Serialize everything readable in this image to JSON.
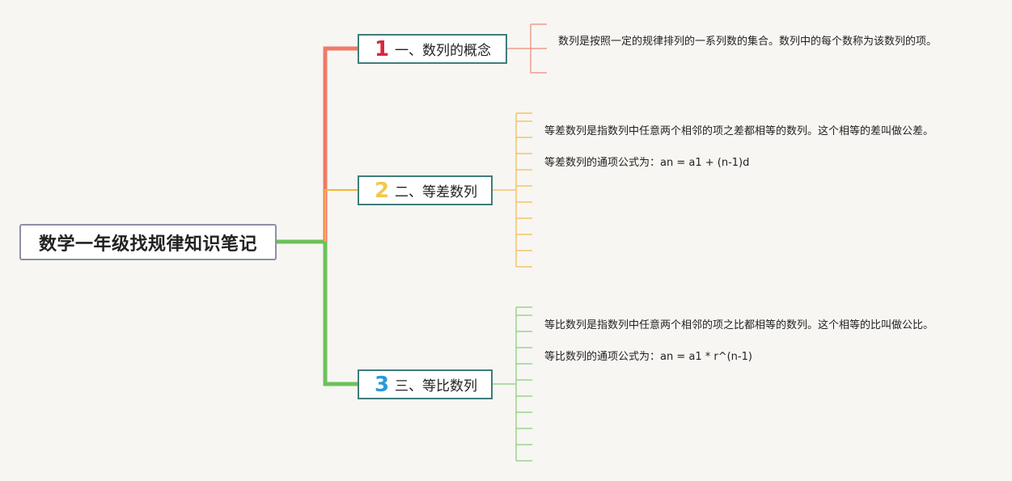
{
  "title": "数学一年级找规律知识笔记",
  "topics": [
    {
      "number": "1",
      "label": "一、数列的概念",
      "color": "#ef7a68",
      "notes": [
        "数列是按照一定的规律排列的一系列数的集合。数列中的每个数称为该数列的项。"
      ]
    },
    {
      "number": "2",
      "label": "二、等差数列",
      "color": "#f2c84b",
      "notes": [
        "等差数列是指数列中任意两个相邻的项之差都相等的数列。这个相等的差叫做公差。",
        "等差数列的通项公式为：an = a1 + (n-1)d"
      ]
    },
    {
      "number": "3",
      "label": "三、等比数列",
      "color": "#2a9ad6",
      "notes": [
        "等比数列是指数列中任意两个相邻的项之比都相等的数列。这个相等的比叫做公比。",
        "等比数列的通项公式为：an = a1 * r^(n-1)"
      ]
    }
  ],
  "colors": {
    "branch1": "#ef7a68",
    "branch2": "#f5b833",
    "branch3": "#6cc15a",
    "topic_border": "#3f7d7a",
    "root_border": "#8e8ea6"
  }
}
